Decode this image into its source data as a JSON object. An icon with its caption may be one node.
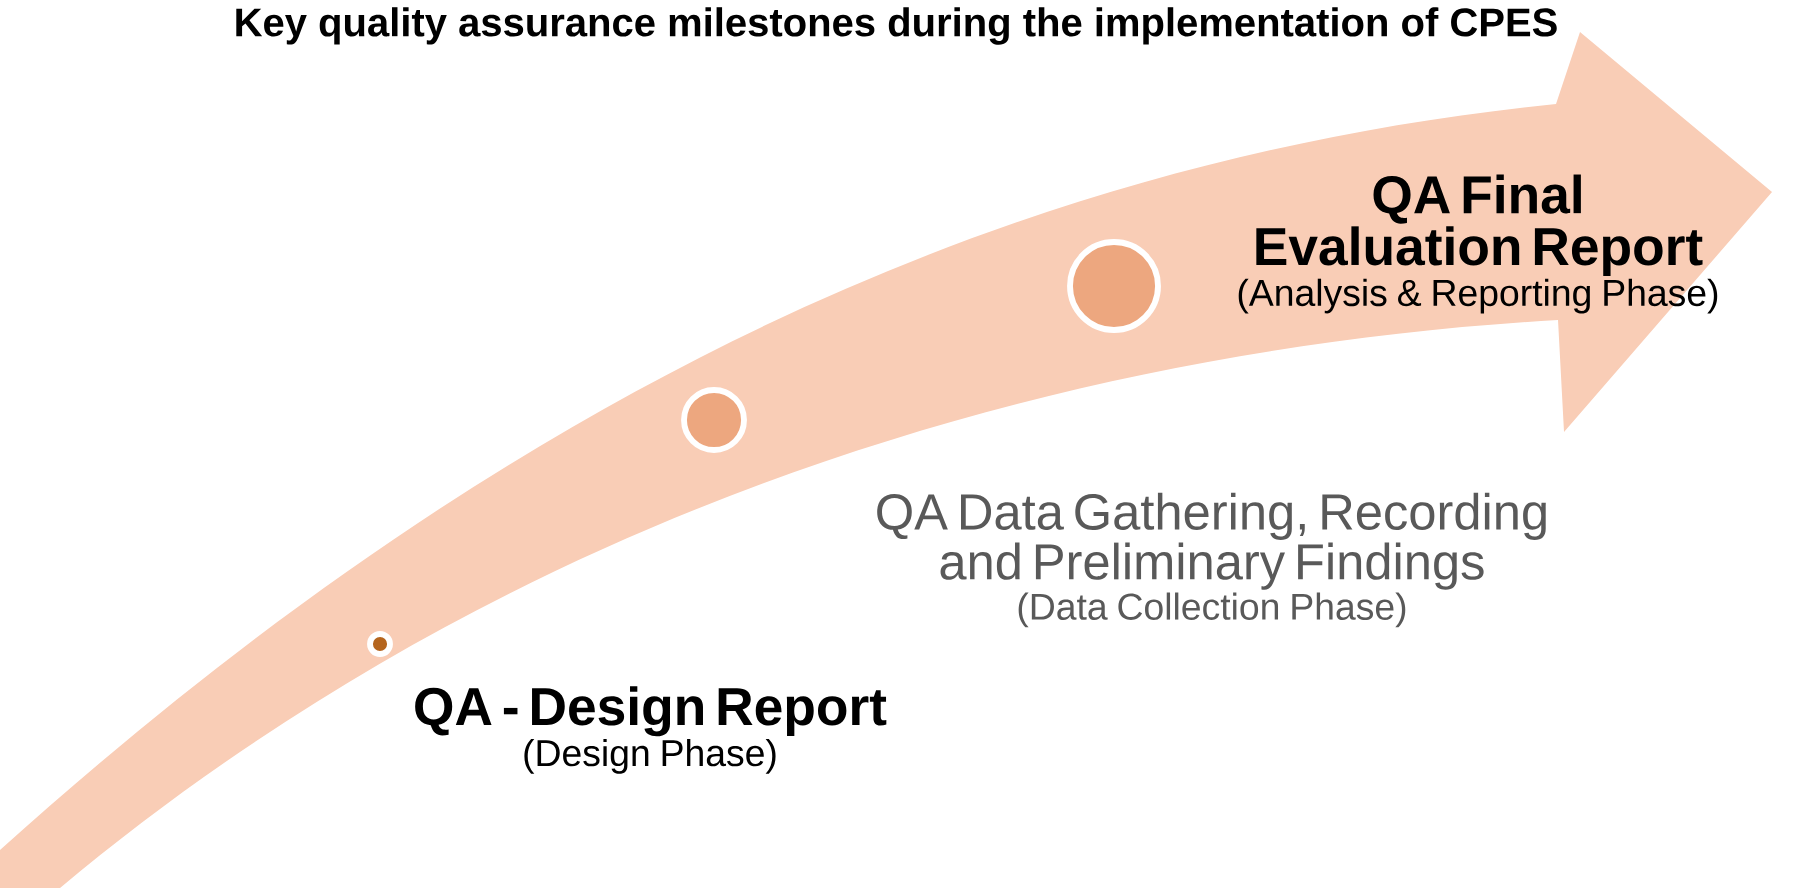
{
  "diagram": {
    "title": "Key quality assurance milestones during the implementation of CPES",
    "nodes": [
      {
        "text": [
          "QA - Design Report",
          "(Design Phase)"
        ]
      },
      {
        "text": [
          "QA Data Gathering, Recording and Preliminary Findings",
          "(Data Collection Phase)"
        ]
      },
      {
        "text": [
          "QA Final Evaluation Report",
          "(Analysis & Reporting Phase)"
        ]
      }
    ]
  }
}
